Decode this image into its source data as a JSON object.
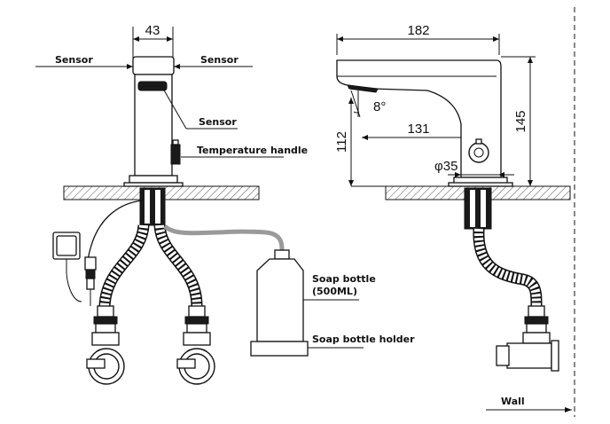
{
  "dimensions": {
    "width_front": "43",
    "length_side": "182",
    "height_side": "145",
    "spout_height": "112",
    "spout_reach": "131",
    "spray_angle": "8°",
    "hole_diameter": "φ35"
  },
  "labels": {
    "sensor_left": "Sensor",
    "sensor_right": "Sensor",
    "sensor_bottom": "Sensor",
    "temperature_handle": "Temperature handle",
    "soap_bottle_line1": "Soap bottle",
    "soap_bottle_line2": "(500ML)",
    "soap_bottle_holder": "Soap bottle holder",
    "wall": "Wall"
  },
  "colors": {
    "line": "#111111",
    "hose_gray": "#9a9a9a",
    "counter_hatch": "#555555"
  }
}
